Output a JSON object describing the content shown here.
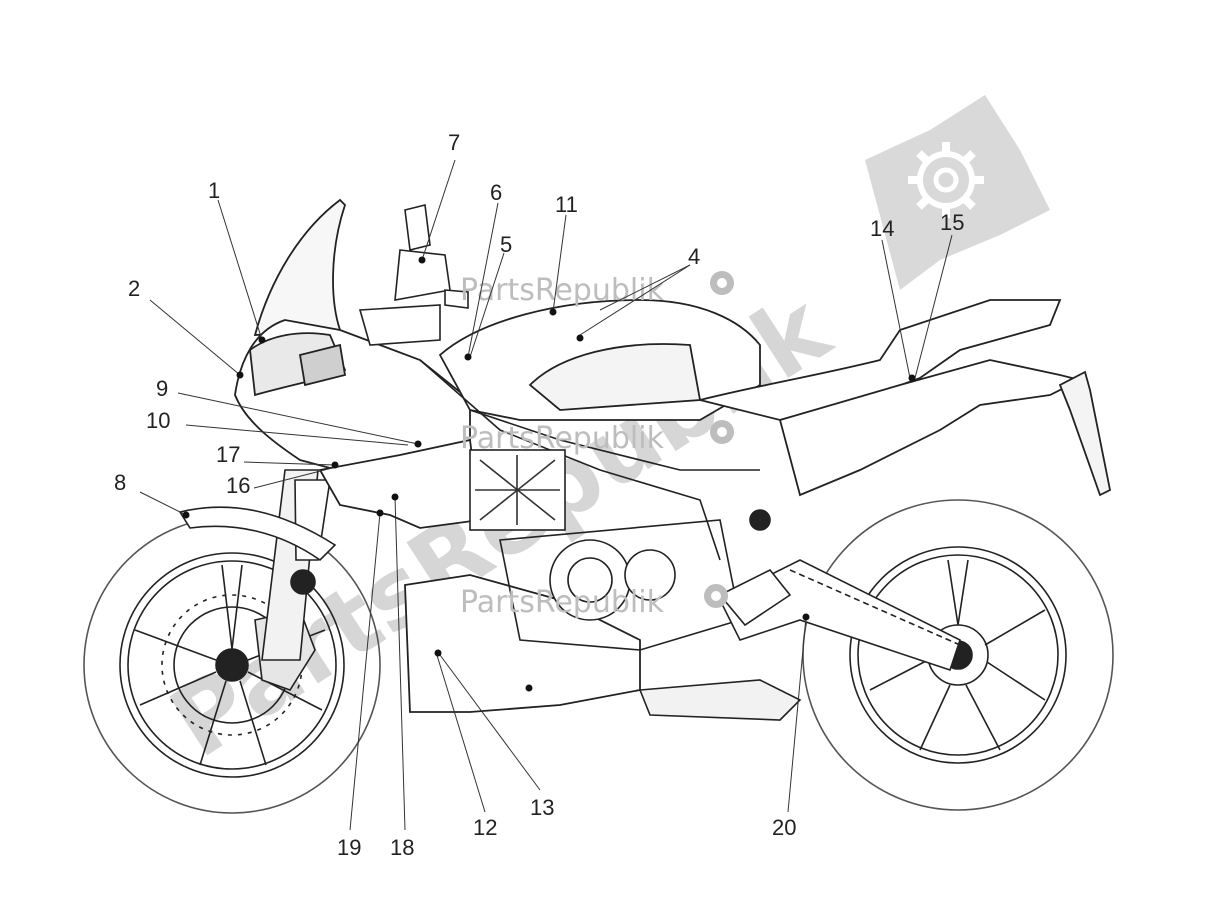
{
  "watermark": {
    "brand": "PartsRepublik",
    "large_text": "PartsRepublik",
    "logo_icon": "gear-icon"
  },
  "callouts": [
    {
      "id": "1",
      "label": "1"
    },
    {
      "id": "2",
      "label": "2"
    },
    {
      "id": "4",
      "label": "4"
    },
    {
      "id": "5",
      "label": "5"
    },
    {
      "id": "6",
      "label": "6"
    },
    {
      "id": "7",
      "label": "7"
    },
    {
      "id": "8",
      "label": "8"
    },
    {
      "id": "9",
      "label": "9"
    },
    {
      "id": "10",
      "label": "10"
    },
    {
      "id": "11",
      "label": "11"
    },
    {
      "id": "12",
      "label": "12"
    },
    {
      "id": "13",
      "label": "13"
    },
    {
      "id": "14",
      "label": "14"
    },
    {
      "id": "15",
      "label": "15"
    },
    {
      "id": "16",
      "label": "16"
    },
    {
      "id": "17",
      "label": "17"
    },
    {
      "id": "18",
      "label": "18"
    },
    {
      "id": "19",
      "label": "19"
    },
    {
      "id": "20",
      "label": "20"
    }
  ]
}
